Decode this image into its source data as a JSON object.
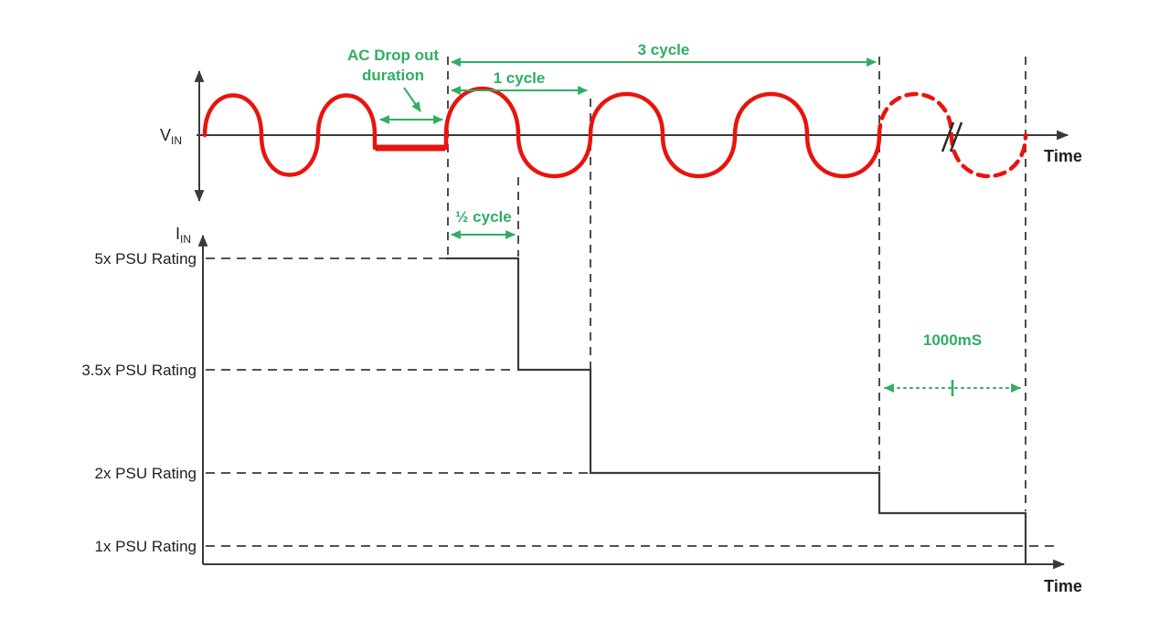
{
  "colors": {
    "wave": "#e8140e",
    "annotation": "#2fae62",
    "axis": "#3a3a3a"
  },
  "top_chart": {
    "y_label_main": "V",
    "y_label_sub": "IN",
    "x_label": "Time",
    "annotations": {
      "dropout_line1": "AC Drop out",
      "dropout_line2": "duration",
      "three_cycle": "3 cycle",
      "one_cycle": "1 cycle"
    }
  },
  "bottom_chart": {
    "y_label_main": "I",
    "y_label_sub": "IN",
    "x_label": "Time",
    "levels": [
      {
        "label": "5x PSU Rating"
      },
      {
        "label": "3.5x PSU Rating"
      },
      {
        "label": "2x PSU Rating"
      },
      {
        "label": "1x PSU Rating"
      }
    ],
    "annotations": {
      "half_cycle": "½ cycle",
      "settle_time": "1000mS"
    }
  }
}
